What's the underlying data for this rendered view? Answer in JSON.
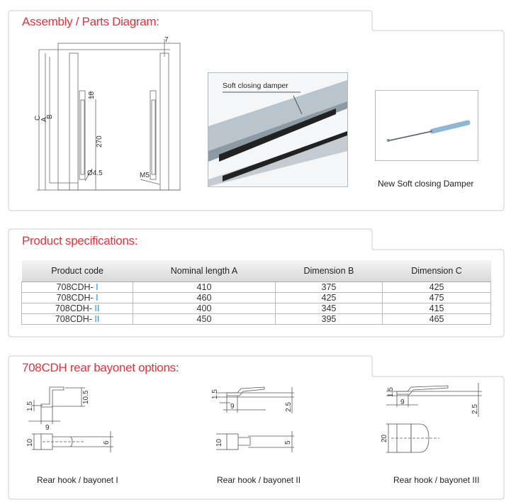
{
  "assembly": {
    "title": "Assembly / Parts Diagram:",
    "drawing_labels": {
      "c": "C",
      "a": "A",
      "b": "B",
      "len270": "270",
      "hole": "Ø4.5",
      "screw": "M5",
      "d18": "18",
      "d7": "7"
    },
    "photo_callout": "Soft closing damper",
    "damper_caption": "New Soft closing Damper"
  },
  "specs": {
    "title": "Product specifications:",
    "headers": [
      "Product code",
      "Nominal length A",
      "Dimension B",
      "Dimension C"
    ],
    "rows": [
      {
        "code_prefix": "708CDH- ",
        "code_suffix": "I",
        "a": "410",
        "b": "375",
        "c": "425"
      },
      {
        "code_prefix": "708CDH- ",
        "code_suffix": "I",
        "a": "460",
        "b": "425",
        "c": "475"
      },
      {
        "code_prefix": "708CDH- ",
        "code_suffix": "II",
        "a": "400",
        "b": "345",
        "c": "415"
      },
      {
        "code_prefix": "708CDH- ",
        "code_suffix": "II",
        "a": "450",
        "b": "395",
        "c": "465"
      }
    ],
    "accent_color": "#2a8fd6"
  },
  "bayonet": {
    "title": "708CDH rear bayonet options:",
    "options": [
      {
        "caption": "Rear hook / bayonet I",
        "dims": {
          "thick": "1.5",
          "width": "9",
          "height": "10.5",
          "plate": "10",
          "tongue": "6"
        }
      },
      {
        "caption": "Rear hook / bayonet II",
        "dims": {
          "thick": "1.5",
          "width": "9",
          "height": "2.5",
          "plate": "10",
          "tongue": "5"
        }
      },
      {
        "caption": "Rear hook / bayonet III",
        "dims": {
          "thick": "1.5",
          "width": "9",
          "height": "2.5",
          "plate": "20"
        }
      }
    ]
  },
  "colors": {
    "title": "#e8323c",
    "border": "#cfcfcf"
  }
}
